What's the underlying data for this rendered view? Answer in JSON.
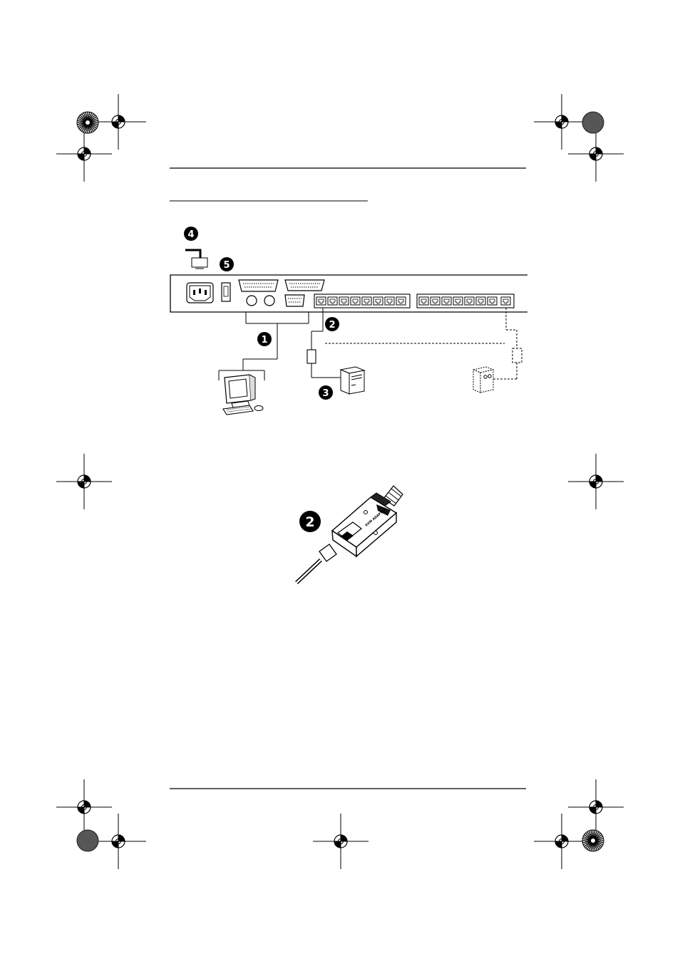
{
  "callouts": {
    "one": "1",
    "two": "2",
    "three": "3",
    "four": "4",
    "five": "5",
    "detail": "2"
  },
  "adapter_label": "KVM ADAPTER",
  "colors": {
    "ink": "#000000",
    "paper": "#ffffff",
    "rule": "#000000",
    "gray_target": "#555555"
  },
  "icons": [
    "registration-mark-icon",
    "color-target-icon",
    "grayscale-target-icon",
    "kvm-switch-rear-panel-icon",
    "computer-console-icon",
    "server-icon",
    "kvm-adapter-cable-icon",
    "ground-wire-icon"
  ]
}
